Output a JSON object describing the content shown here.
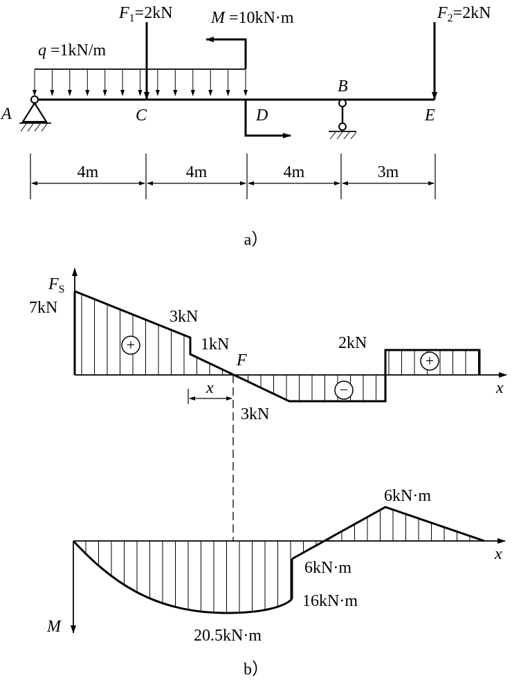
{
  "figure_a": {
    "caption": "a）",
    "load_F1": {
      "symbol": "F",
      "sub": "1",
      "value": "=2kN"
    },
    "load_M": {
      "symbol": "M",
      "value": " =10kN·m"
    },
    "load_F2": {
      "symbol": "F",
      "sub": "2",
      "value": "=2kN"
    },
    "load_q": {
      "symbol": "q",
      "value": " =1kN/m"
    },
    "points": {
      "A": "A",
      "B": "B",
      "C": "C",
      "D": "D",
      "E": "E"
    },
    "spans": [
      "4m",
      "4m",
      "4m",
      "3m"
    ]
  },
  "figure_b": {
    "caption": "b）",
    "shear": {
      "axis_symbol": "F",
      "axis_sub": "S",
      "x_label": "x",
      "labels": {
        "v7": "7kN",
        "v3": "3kN",
        "v1": "1kN",
        "F": "F",
        "v3neg": "3kN",
        "v2": "2kN",
        "dx": "x"
      },
      "signs": [
        "+",
        "−",
        "+"
      ]
    },
    "moment": {
      "axis_symbol": "M",
      "x_label": "x",
      "labels": {
        "max": "20.5kN·m",
        "d_left": "16kN·m",
        "d_right": "6kN·m",
        "b": "6kN·m"
      }
    }
  }
}
